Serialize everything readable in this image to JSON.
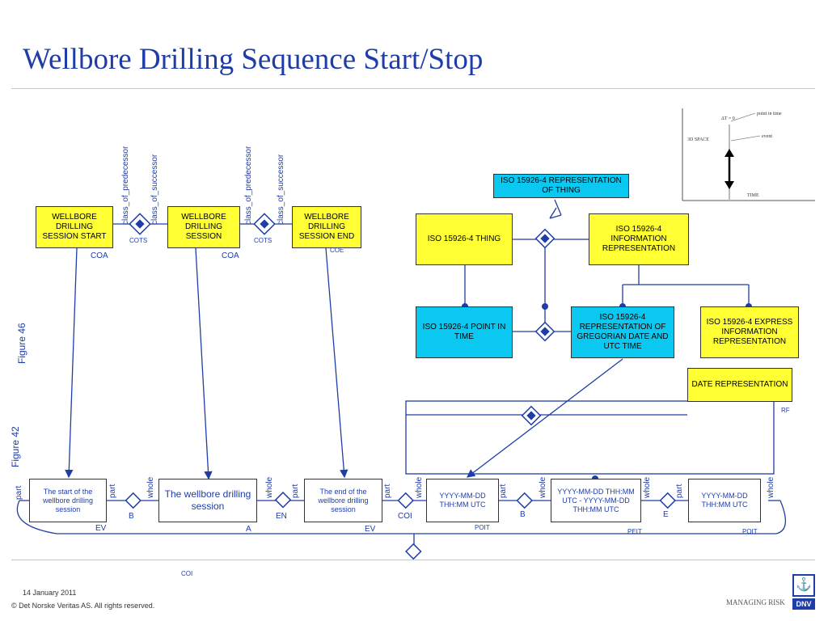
{
  "title": "Wellbore Drilling Sequence Start/Stop",
  "boxes": {
    "start": "WELLBORE DRILLING SESSION START",
    "session": "WELLBORE DRILLING SESSION",
    "end": "WELLBORE DRILLING SESSION END",
    "iso_rep_thing": "ISO 15926-4 REPRESENTATION OF THING",
    "iso_thing": "ISO 15926-4 THING",
    "iso_info_rep": "ISO 15926-4 INFORMATION REPRESENTATION",
    "iso_point_time": "ISO 15926-4 POINT IN TIME",
    "iso_rep_greg": "ISO 15926-4 REPRESENTATION OF GREGORIAN DATE AND UTC TIME",
    "iso_express": "ISO 15926-4 EXPRESS INFORMATION REPRESENTATION",
    "date_rep": "DATE REPRESENTATION",
    "ev_start": "The start of the wellbore drilling session",
    "ev_session": "The wellbore drilling session",
    "ev_end": "The end of the wellbore drilling session",
    "t1": "YYYY-MM-DD THH:MM UTC",
    "t2": "YYYY-MM-DD THH:MM UTC - YYYY-MM-DD THH:MM UTC",
    "t3": "YYYY-MM-DD THH:MM UTC"
  },
  "labels": {
    "class_pred": "class_of_predecessor",
    "class_succ": "class_of_successor",
    "cots": "COTS",
    "coa": "COA",
    "coe": "COE",
    "rf": "RF",
    "part": "part",
    "whole": "whole",
    "b": "B",
    "en": "EN",
    "coi": "COI",
    "e": "E",
    "ev": "EV",
    "a": "A",
    "poit": "POIT",
    "peit": "PEIT",
    "figure46": "Figure 46",
    "figure42": "Figure 42"
  },
  "inset": {
    "point_in_time": "point in time",
    "delta_t": "ΔT = 0",
    "event": "event",
    "space": "3D SPACE",
    "time": "TIME"
  },
  "footer": {
    "date": "14 January 2011",
    "copyright": "© Det Norske Veritas AS. All rights reserved.",
    "managing_risk": "MANAGING RISK",
    "dnv": "DNV"
  },
  "colors": {
    "title": "#1f3da8",
    "yellow": "#ffff33",
    "cyan": "#0ac8f0",
    "line": "#1f3da8"
  }
}
